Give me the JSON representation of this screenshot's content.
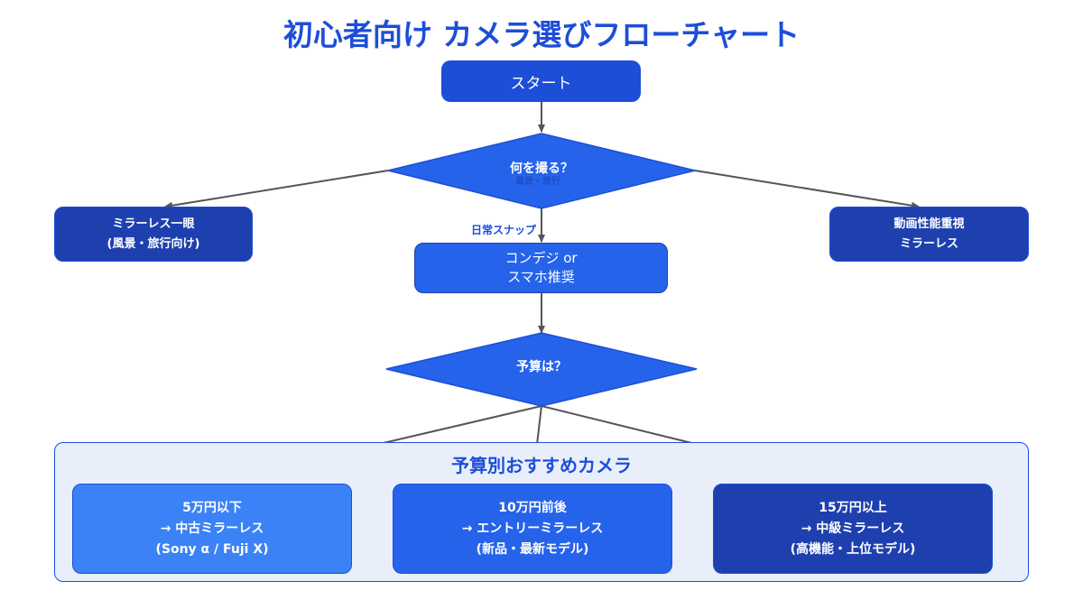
{
  "title": "初心者向け カメラ選びフローチャート",
  "nodes": {
    "start": "スタート",
    "decision_subject": "何を撮る？",
    "decision_subject_hint": "風景・旅行",
    "branch_daily_label": "日常スナップ",
    "compact": [
      "コンデジ or",
      "スマホ推奨"
    ],
    "mirrorless_landscape": [
      "ミラーレス一眼",
      "(風景・旅行向け)"
    ],
    "mirrorless_video": [
      "動画性能重視",
      "ミラーレス"
    ],
    "decision_budget": "予算は？"
  },
  "budget_section": {
    "title": "予算別おすすめカメラ",
    "options": [
      {
        "lines": [
          "5万円以下",
          "→ 中古ミラーレス",
          "(Sony α / Fuji X)"
        ]
      },
      {
        "lines": [
          "10万円前後",
          "→ エントリーミラーレス",
          "(新品・最新モデル)"
        ]
      },
      {
        "lines": [
          "15万円以上",
          "→ 中級ミラーレス",
          "(高機能・上位モデル)"
        ]
      }
    ]
  },
  "colors": {
    "title": "#1d4ed8",
    "diamond": "#2563eb",
    "arrow": "#555555",
    "option_light": "#3b82f6",
    "option_mid": "#2563eb",
    "option_dark": "#1e40af",
    "panel_bg": "#e8effb"
  }
}
